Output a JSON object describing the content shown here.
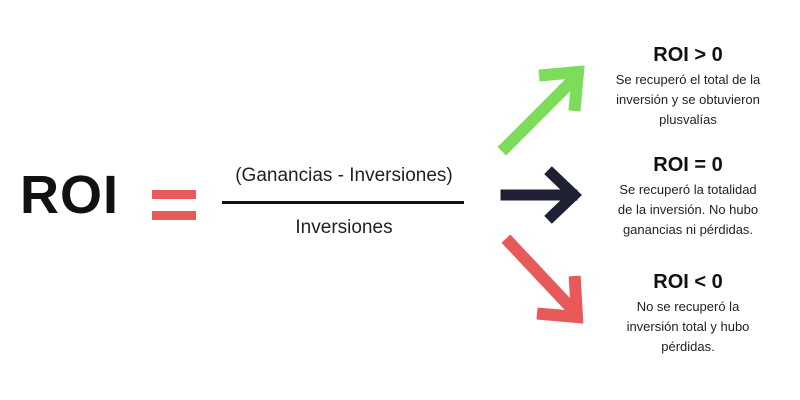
{
  "formula": {
    "lhs": "ROI",
    "numerator": "(Ganancias - Inversiones)",
    "denominator": "Inversiones"
  },
  "colors": {
    "equals": "#e85a5a",
    "positive_arrow": "#7ddc5a",
    "zero_arrow": "#1f2033",
    "negative_arrow": "#e85a5a",
    "text": "#111111"
  },
  "outcomes": [
    {
      "title": "ROI > 0",
      "lines": [
        "Se recuperó el total de la",
        "inversión y se obtuvieron",
        "plusvalías"
      ]
    },
    {
      "title": "ROI = 0",
      "lines": [
        "Se recuperó la totalidad",
        "de la inversión. No hubo",
        "ganancias ni pérdidas."
      ]
    },
    {
      "title": "ROI < 0",
      "lines": [
        "No se recuperó la",
        "inversión total y hubo",
        "pérdidas."
      ]
    }
  ]
}
